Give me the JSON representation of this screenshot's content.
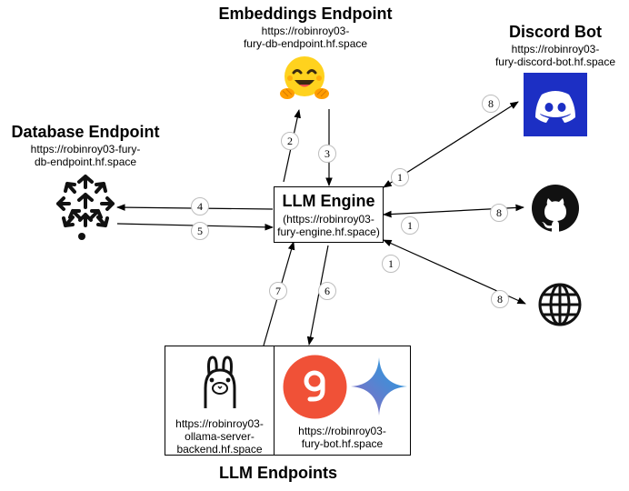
{
  "embeddings": {
    "title": "Embeddings Endpoint",
    "url_line1": "https://robinroy03-",
    "url_line2": "fury-db-endpoint.hf.space",
    "icon": "hugging-face-emoji"
  },
  "database": {
    "title": "Database Endpoint",
    "url_line1": "https://robinroy03-fury-",
    "url_line2": "db-endpoint.hf.space",
    "icon": "network-arrows-icon"
  },
  "discord": {
    "title": "Discord Bot",
    "url_line1": "https://robinroy03-",
    "url_line2": "fury-discord-bot.hf.space",
    "icon": "discord-logo",
    "color": "#1c2fc4"
  },
  "engine": {
    "title": "LLM Engine",
    "url_line1": "(https://robinroy03-",
    "url_line2": "fury-engine.hf.space)"
  },
  "github": {
    "icon": "github-logo"
  },
  "web": {
    "icon": "globe-icon"
  },
  "ollama": {
    "url_line1": "https://robinroy03-",
    "url_line2": "ollama-server-",
    "url_line3": "backend.hf.space",
    "icon": "ollama-llama-icon"
  },
  "furybot": {
    "url_line1": "https://robinroy03-",
    "url_line2": "fury-bot.hf.space",
    "icons": [
      "groq-logo",
      "gemini-sparkle"
    ],
    "groq_color": "#f05137"
  },
  "llm_endpoints": {
    "title": "LLM Endpoints"
  },
  "badges": {
    "b2": "2",
    "b3": "3",
    "b4": "4",
    "b5": "5",
    "b6": "6",
    "b7": "7",
    "b1_discord": "1",
    "b1_github": "1",
    "b1_web": "1",
    "b8_discord": "8",
    "b8_github": "8",
    "b8_web": "8"
  }
}
